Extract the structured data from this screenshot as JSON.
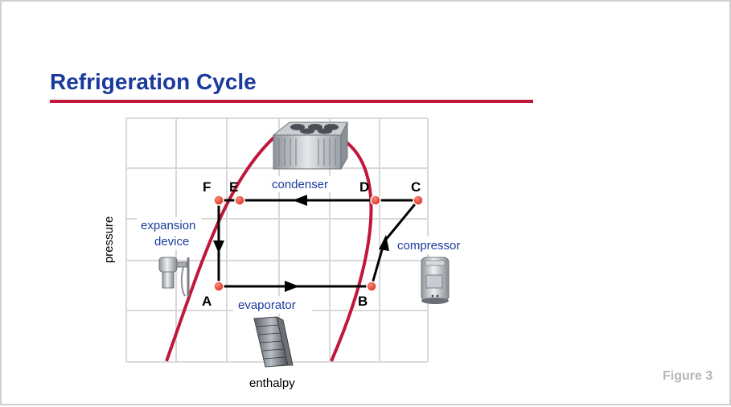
{
  "title": "Refrigeration Cycle",
  "figure_label": "Figure 3",
  "axes": {
    "x_label": "enthalpy",
    "y_label": "pressure"
  },
  "points": {
    "A": "A",
    "B": "B",
    "C": "C",
    "D": "D",
    "E": "E",
    "F": "F"
  },
  "components": {
    "condenser": "condenser",
    "expansion_line1": "expansion",
    "expansion_line2": "device",
    "compressor": "compressor",
    "evaporator": "evaporator"
  },
  "icons": [
    "condenser-unit-icon",
    "expansion-valve-icon",
    "compressor-icon",
    "evaporator-coil-icon"
  ],
  "colors": {
    "title": "#1a3a9c",
    "accent_rule": "#c0173b",
    "saturation_curve": "#c0173b",
    "point_marker": "#e23a2c",
    "grid": "#d9d9d9",
    "figure_label": "#b5b5b5"
  }
}
